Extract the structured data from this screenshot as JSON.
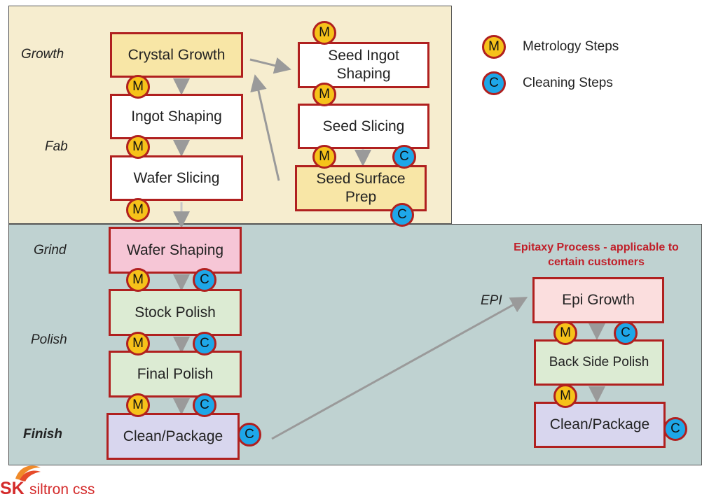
{
  "stages": {
    "growth": "Growth",
    "fab": "Fab",
    "grind": "Grind",
    "polish": "Polish",
    "finish": "Finish",
    "epi": "EPI"
  },
  "boxes": {
    "crystal_growth": "Crystal Growth",
    "ingot_shaping": "Ingot Shaping",
    "wafer_slicing": "Wafer Slicing",
    "seed_ingot_shaping": "Seed Ingot Shaping",
    "seed_slicing": "Seed Slicing",
    "seed_surface_prep": "Seed Surface Prep",
    "wafer_shaping": "Wafer Shaping",
    "stock_polish": "Stock Polish",
    "final_polish": "Final Polish",
    "clean_package": "Clean/Package",
    "epi_growth": "Epi Growth",
    "back_side_polish": "Back Side Polish",
    "epi_clean_package": "Clean/Package"
  },
  "badges": {
    "m": "M",
    "c": "C"
  },
  "legend": {
    "metrology": "Metrology Steps",
    "cleaning": "Cleaning Steps"
  },
  "epi_note": "Epitaxy Process - applicable to certain customers",
  "logo": {
    "sk": "SK",
    "rest": "siltron css"
  },
  "colors": {
    "box_border": "#b0201f",
    "metrology_badge": "#f6c21a",
    "cleaning_badge": "#1ea7e8",
    "epi_note": "#c0202a"
  }
}
